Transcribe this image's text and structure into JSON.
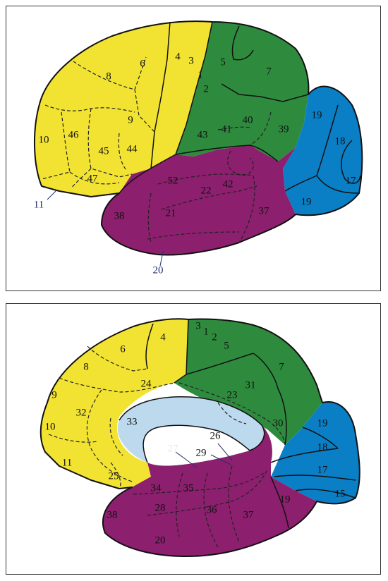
{
  "colors": {
    "frontal": "#f2e332",
    "parietal": "#2e8b3e",
    "occipital": "#0a7fc6",
    "temporal": "#8c1f6e",
    "corpus_callosum": "#bcd9ee",
    "outline": "#111111"
  },
  "lateral": {
    "labels": {
      "a4": "4",
      "a6": "6",
      "a8": "8",
      "a9": "9",
      "a10": "10",
      "a46": "46",
      "a45": "45",
      "a44": "44",
      "a47": "47",
      "a11": "11",
      "a3": "3",
      "a1": "1",
      "a2": "2",
      "a5": "5",
      "a7": "7",
      "a40": "40",
      "a39": "39",
      "a43": "43",
      "a41": "41",
      "a42": "42",
      "a19a": "19",
      "a18": "18",
      "a17": "17",
      "a19b": "19",
      "a52": "52",
      "a22": "22",
      "a38": "38",
      "a21": "21",
      "a37": "37",
      "a20": "20"
    }
  },
  "medial": {
    "labels": {
      "a4": "4",
      "a6": "6",
      "a8": "8",
      "a9": "9",
      "a10": "10",
      "a11": "11",
      "a24": "24",
      "a32": "32",
      "a33": "33",
      "a25": "25",
      "a3": "3",
      "a1": "1",
      "a2": "2",
      "a5": "5",
      "a7": "7",
      "a31": "31",
      "a23": "23",
      "a30": "30",
      "a26": "26",
      "a29": "29",
      "a27": "27",
      "a19a": "19",
      "a18": "18",
      "a17": "17",
      "a15": "15",
      "a19b": "19",
      "a34": "34",
      "a35": "35",
      "a28": "28",
      "a36": "36",
      "a38": "38",
      "a37": "37",
      "a20": "20"
    }
  }
}
